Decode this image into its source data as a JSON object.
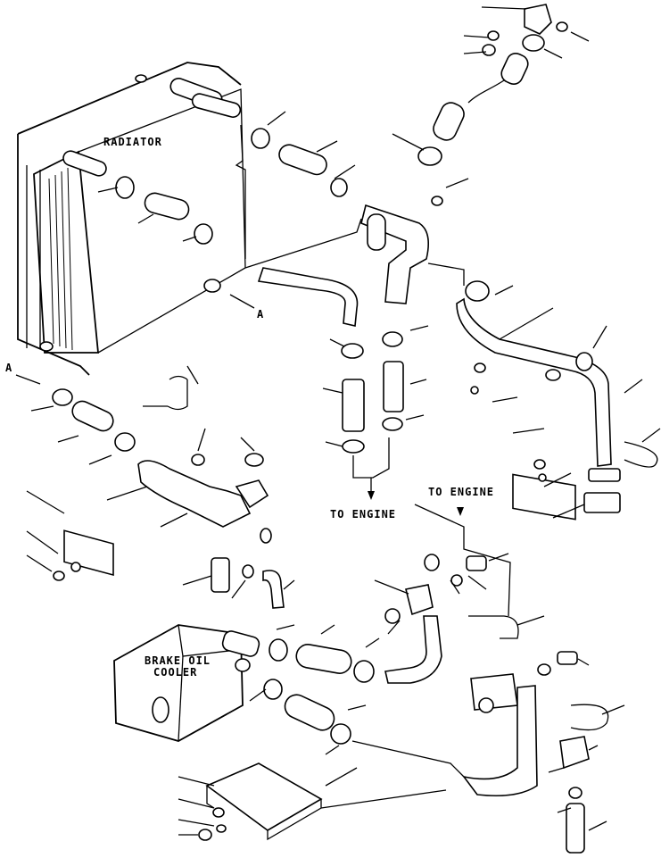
{
  "labels": {
    "radiator": "RADIATOR",
    "to_engine_left": "TO ENGINE",
    "to_engine_right": "TO ENGINE",
    "brake_oil_cooler_line1": "BRAKE OIL",
    "brake_oil_cooler_line2": "COOLER",
    "view_a_upper": "A",
    "view_a_left": "A"
  }
}
